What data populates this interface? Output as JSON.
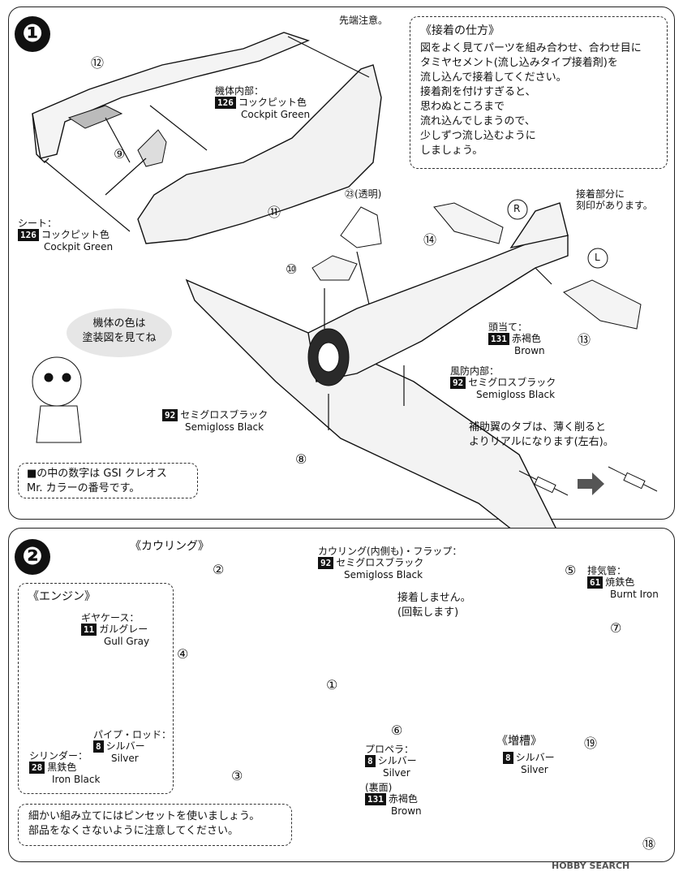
{
  "step1": {
    "number": "❶",
    "sentan_note": "先端注意。",
    "cockpit_interior_label": "機体内部：",
    "cockpit_interior_code": "126",
    "cockpit_interior_jp": "コックピット色",
    "cockpit_interior_en": "Cockpit Green",
    "seat_label": "シート：",
    "seat_code": "126",
    "seat_jp": "コックピット色",
    "seat_en": "Cockpit Green",
    "canopy_label": "㉓(透明)",
    "headrest_label": "頭当て：",
    "headrest_code": "131",
    "headrest_jp": "赤褐色",
    "headrest_en": "Brown",
    "windscreen_label": "風防内部：",
    "windscreen_code": "92",
    "windscreen_jp": "セミグロスブラック",
    "windscreen_en": "Semigloss Black",
    "cowl_code": "92",
    "cowl_jp": "セミグロスブラック",
    "cowl_en": "Semigloss Black",
    "marking_note": [
      "接着部分に",
      "刻印があります。"
    ],
    "tab_note": [
      "補助翼のタブは、薄く削ると",
      "よりリアルになります(左右)。"
    ],
    "body_color_bubble": [
      "機体の色は",
      "塗装図を見てね"
    ],
    "gsi_note": [
      "■の中の数字は GSI クレオス",
      "Mr. カラーの番号です。"
    ],
    "parts": [
      "⑫",
      "⑨",
      "⑪",
      "⑩",
      "⑭",
      "⑬",
      "⑧"
    ],
    "R": "R",
    "L": "L"
  },
  "glue_box": {
    "title": "《接着の仕方》",
    "lines": [
      "図をよく見てパーツを組み合わせ、合わせ目に",
      "タミヤセメント(流し込みタイプ接着剤)を",
      "流し込んで接着してください。",
      "接着剤を付けすぎると、",
      "思わぬところまで",
      "流れ込んでしまうので、",
      "少しずつ流し込むように",
      "しましょう。"
    ]
  },
  "step2": {
    "number": "❷",
    "cowling_title": "《カウリング》",
    "cowl_label": "カウリング(内側も)・フラップ：",
    "cowl_code": "92",
    "cowl_jp": "セミグロスブラック",
    "cowl_en": "Semigloss Black",
    "exhaust_label": "排気管：",
    "exhaust_code": "61",
    "exhaust_jp": "焼鉄色",
    "exhaust_en": "Burnt Iron",
    "no_glue": [
      "接着しません。",
      "(回転します)"
    ],
    "prop_label": "プロペラ：",
    "prop_code": "8",
    "prop_jp": "シルバー",
    "prop_en": "Silver",
    "prop_back_label": "(裏面)",
    "prop_back_code": "131",
    "prop_back_jp": "赤褐色",
    "prop_back_en": "Brown",
    "tank_title": "《増槽》",
    "tank_code": "8",
    "tank_jp": "シルバー",
    "tank_en": "Silver",
    "parts": [
      "②",
      "④",
      "①",
      "③",
      "⑤",
      "⑦",
      "⑥",
      "⑲",
      "⑱"
    ]
  },
  "engine_box": {
    "title": "《エンジン》",
    "gear_label": "ギヤケース：",
    "gear_code": "11",
    "gear_jp": "ガルグレー",
    "gear_en": "Gull Gray",
    "pipe_label": "パイプ・ロッド：",
    "pipe_code": "8",
    "pipe_jp": "シルバー",
    "pipe_en": "Silver",
    "cyl_label": "シリンダー：",
    "cyl_code": "28",
    "cyl_jp": "黒鉄色",
    "cyl_en": "Iron Black"
  },
  "tweezers_note": [
    "細かい組み立てにはピンセットを使いましょう。",
    "部品をなくさないように注意してください。"
  ],
  "watermark": "HOBBY SEARCH"
}
